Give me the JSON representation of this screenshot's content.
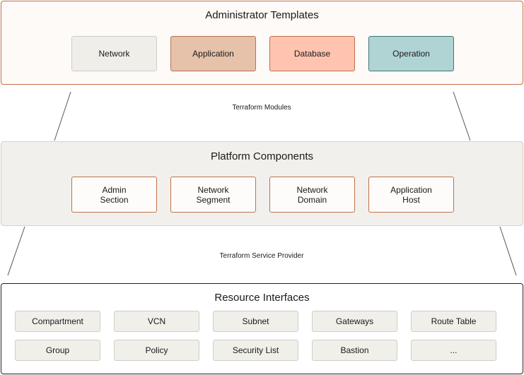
{
  "layers": {
    "admin": {
      "title": "Administrator Templates",
      "boxes": [
        "Network",
        "Application",
        "Database",
        "Operation"
      ],
      "colors": {
        "border": "#c0704a",
        "fill": "#fdfaf7",
        "box_fills": [
          "#efeee9",
          "#e6c2aa",
          "#ffc4b0",
          "#b0d4d4"
        ],
        "box_borders": [
          "#cfcdc6",
          "#b47352",
          "#c0704a",
          "#3f7575"
        ]
      }
    },
    "platform": {
      "title": "Platform Components",
      "boxes": [
        "Admin\nSection",
        "Network\nSegment",
        "Network\nDomain",
        "Application\nHost"
      ],
      "colors": {
        "border": "#d4d2cb",
        "fill": "#f1f0ec",
        "box_fill": "#fdfcfa",
        "box_border": "#c0704a"
      }
    },
    "resource": {
      "title": "Resource Interfaces",
      "row1": [
        "Compartment",
        "VCN",
        "Subnet",
        "Gateways",
        "Route Table"
      ],
      "row2": [
        "Group",
        "Policy",
        "Security List",
        "Bastion",
        "..."
      ],
      "colors": {
        "border": "#222222",
        "fill": "#ffffff",
        "box_fill": "#f0efea",
        "box_border": "#cfcdc6"
      }
    }
  },
  "connectors": {
    "top_label": "Terraform Modules",
    "bottom_label": "Terraform Service Provider",
    "line_color": "#555555"
  }
}
